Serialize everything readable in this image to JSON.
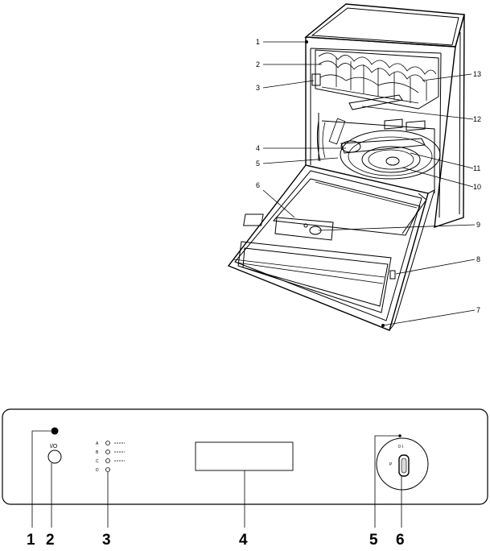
{
  "top_callouts": [
    "1",
    "2",
    "3",
    "4",
    "5",
    "6",
    "7",
    "8",
    "9",
    "10",
    "11",
    "12",
    "13"
  ],
  "panel_callouts": [
    "1",
    "2",
    "3",
    "4",
    "5",
    "6"
  ],
  "programme_symbols": [
    "A",
    "B",
    "C",
    "D"
  ],
  "button_symbol": "I/O",
  "selector_marks": [
    "0",
    "I",
    "P"
  ]
}
